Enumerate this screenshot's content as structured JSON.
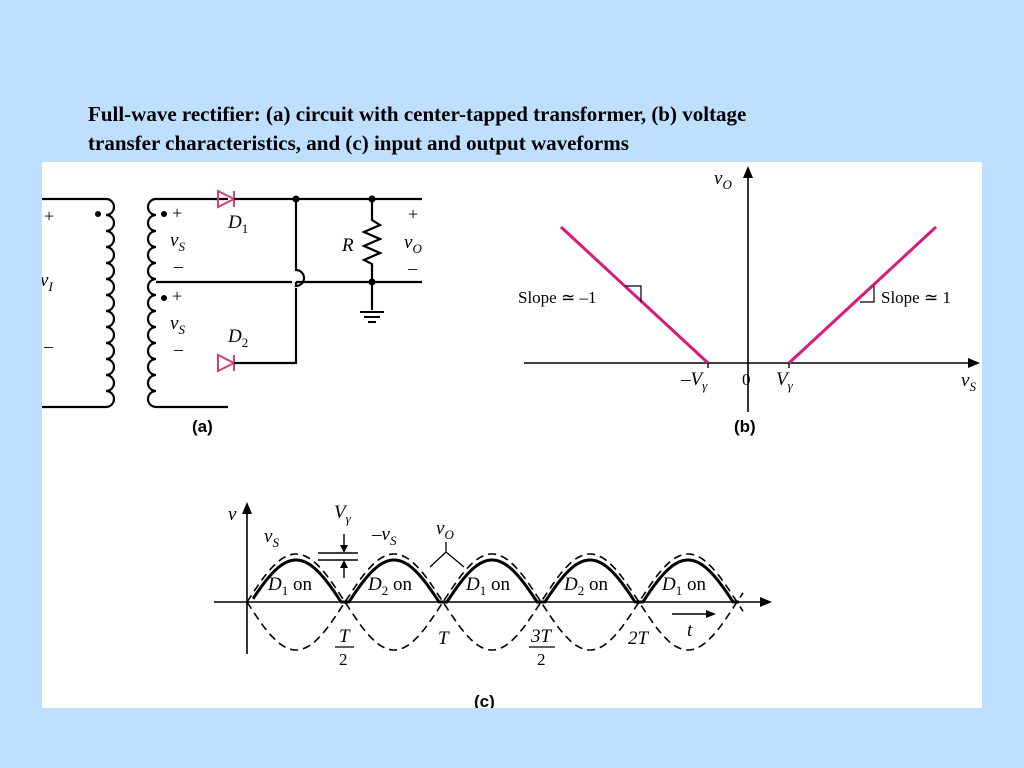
{
  "caption": {
    "line1": "Full-wave rectifier: (a) circuit with center-tapped transformer, (b) voltage",
    "line2": "transfer characteristics, and (c) input and output waveforms"
  },
  "panel_a": {
    "label": "(a)",
    "primary_plus": "+",
    "primary_minus": "–",
    "primary_voltage": "v",
    "primary_voltage_sub": "I",
    "sec_top_plus": "+",
    "sec_top_minus": "–",
    "sec_top_voltage": "v",
    "sec_top_voltage_sub": "S",
    "sec_bot_plus": "+",
    "sec_bot_minus": "–",
    "sec_bot_voltage": "v",
    "sec_bot_voltage_sub": "S",
    "diode1": "D",
    "diode1_sub": "1",
    "diode2": "D",
    "diode2_sub": "2",
    "resistor": "R",
    "out_plus": "+",
    "out_minus": "–",
    "out_voltage": "v",
    "out_voltage_sub": "O",
    "diode_color": "#d0407a"
  },
  "panel_b": {
    "label": "(b)",
    "y_axis": "v",
    "y_axis_sub": "O",
    "x_axis": "v",
    "x_axis_sub": "S",
    "origin": "0",
    "neg_threshold": "–V",
    "pos_threshold": "V",
    "threshold_sub": "γ",
    "slope_left": "Slope ≃ –1",
    "slope_right": "Slope ≃ 1",
    "line_color": "#d81b7a"
  },
  "panel_c": {
    "label": "(c)",
    "y_axis": "v",
    "t_axis": "t",
    "vs_label": "v",
    "vs_sub": "S",
    "neg_vs_label": "–v",
    "neg_vs_sub": "S",
    "vo_label": "v",
    "vo_sub": "O",
    "vgamma_label": "V",
    "vgamma_sub": "γ",
    "tick_t_half_num": "T",
    "tick_t_half_den": "2",
    "tick_t": "T",
    "tick_3t_half_num": "3T",
    "tick_3t_half_den": "2",
    "tick_2t": "2T",
    "interval_labels": [
      {
        "text": "D",
        "sub": "1",
        "suffix": " on"
      },
      {
        "text": "D",
        "sub": "2",
        "suffix": " on"
      },
      {
        "text": "D",
        "sub": "1",
        "suffix": " on"
      },
      {
        "text": "D",
        "sub": "2",
        "suffix": " on"
      },
      {
        "text": "D",
        "sub": "1",
        "suffix": " on"
      }
    ]
  }
}
